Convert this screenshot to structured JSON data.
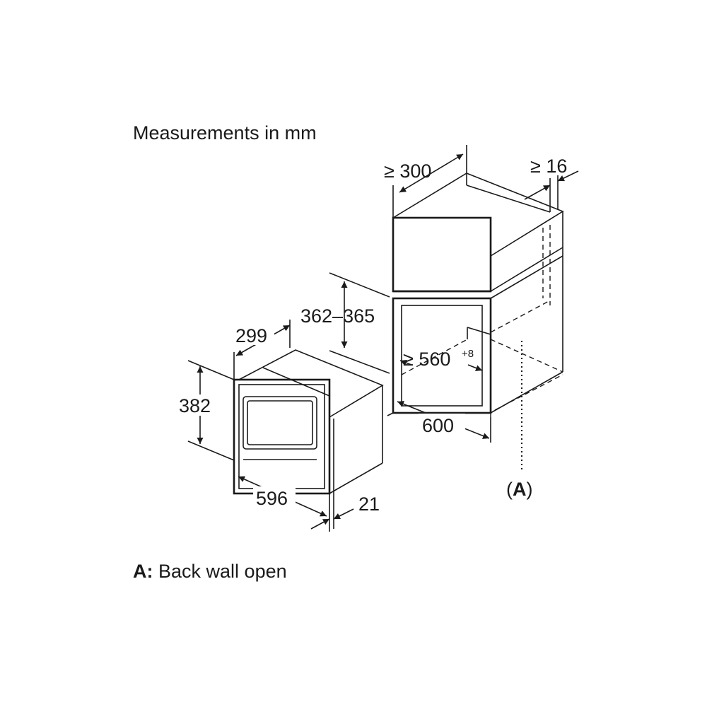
{
  "title": "Measurements in mm",
  "legend": {
    "key": "A:",
    "text": "Back wall open"
  },
  "dimensions": {
    "niche_depth_min": "≥ 300",
    "side_gap_min": "≥ 16",
    "niche_height": "362–365",
    "niche_width_min": "≥ 560",
    "niche_width_tolerance": "+8",
    "cabinet_width": "600",
    "appliance_depth": "299",
    "appliance_height": "382",
    "appliance_width": "596",
    "front_panel_depth": "21"
  },
  "marker": {
    "label": "(A)",
    "letter": "A"
  }
}
